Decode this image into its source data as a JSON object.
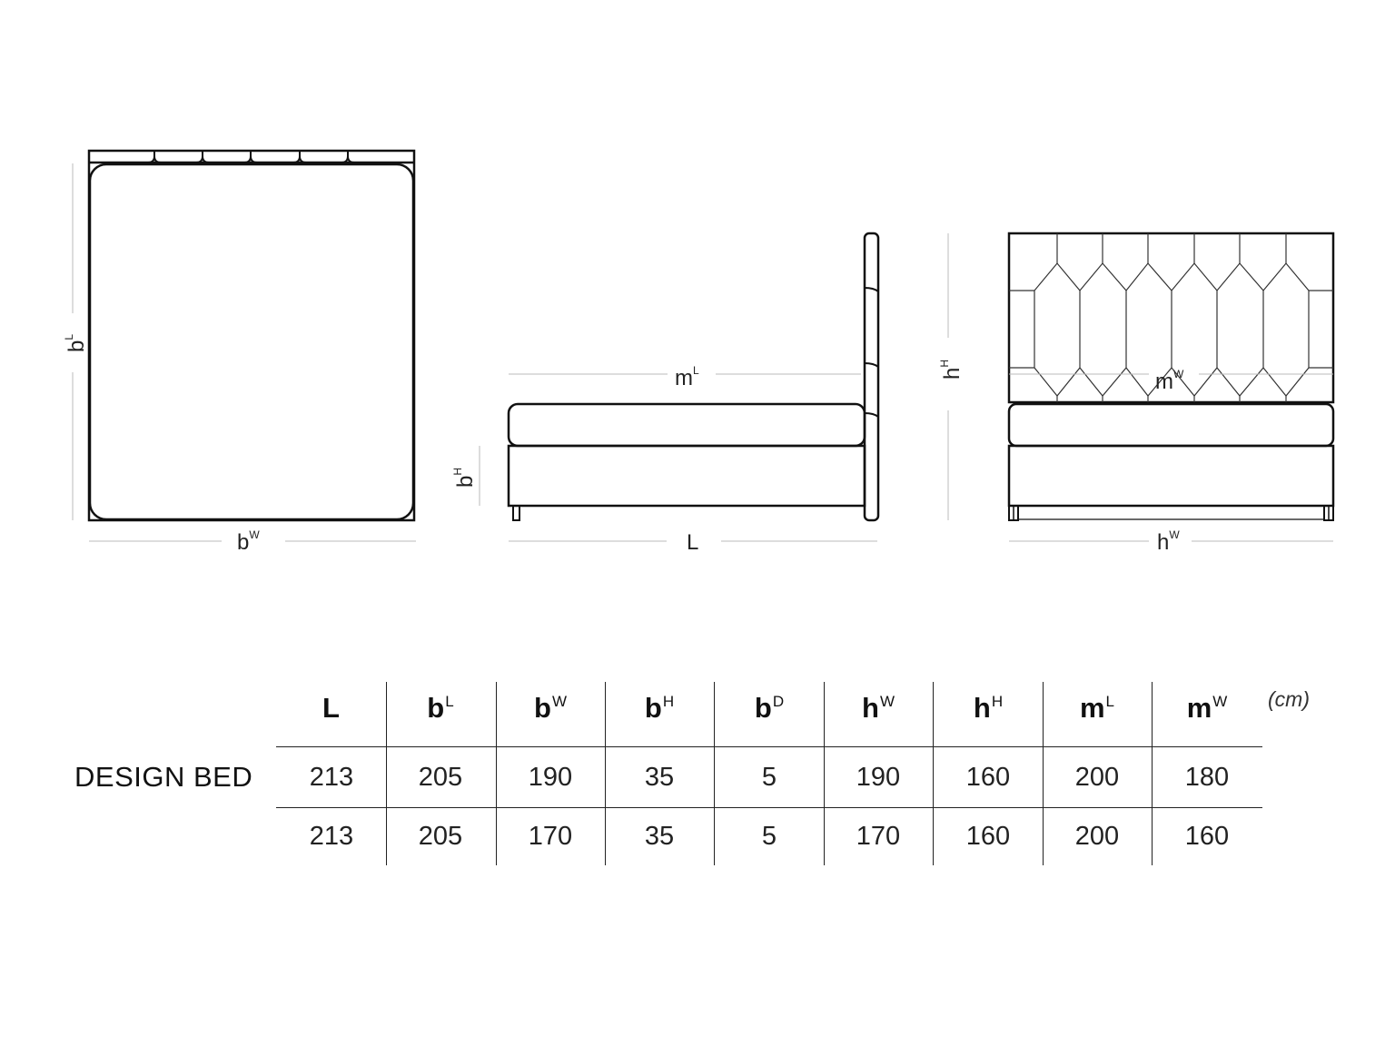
{
  "drawings": {
    "top_view": {
      "length_label": {
        "base": "b",
        "sup": "L"
      },
      "width_label": {
        "base": "b",
        "sup": "W"
      }
    },
    "side_view": {
      "mattress_label": {
        "base": "m",
        "sup": "L"
      },
      "base_height_label": {
        "base": "b",
        "sup": "H"
      },
      "length_label": "L"
    },
    "front_view": {
      "height_label": {
        "base": "h",
        "sup": "H"
      },
      "mattress_label": {
        "base": "m",
        "sup": "W"
      },
      "width_label": {
        "base": "h",
        "sup": "W"
      }
    }
  },
  "table": {
    "unit": "(cm)",
    "row_label": "DESIGN BED",
    "headers": [
      {
        "base": "L",
        "sup": ""
      },
      {
        "base": "b",
        "sup": "L"
      },
      {
        "base": "b",
        "sup": "W"
      },
      {
        "base": "b",
        "sup": "H"
      },
      {
        "base": "b",
        "sup": "D"
      },
      {
        "base": "h",
        "sup": "W"
      },
      {
        "base": "h",
        "sup": "H"
      },
      {
        "base": "m",
        "sup": "L"
      },
      {
        "base": "m",
        "sup": "W"
      }
    ],
    "rows": [
      [
        "213",
        "205",
        "190",
        "35",
        "5",
        "190",
        "160",
        "200",
        "180"
      ],
      [
        "213",
        "205",
        "170",
        "35",
        "5",
        "170",
        "160",
        "200",
        "160"
      ]
    ]
  }
}
